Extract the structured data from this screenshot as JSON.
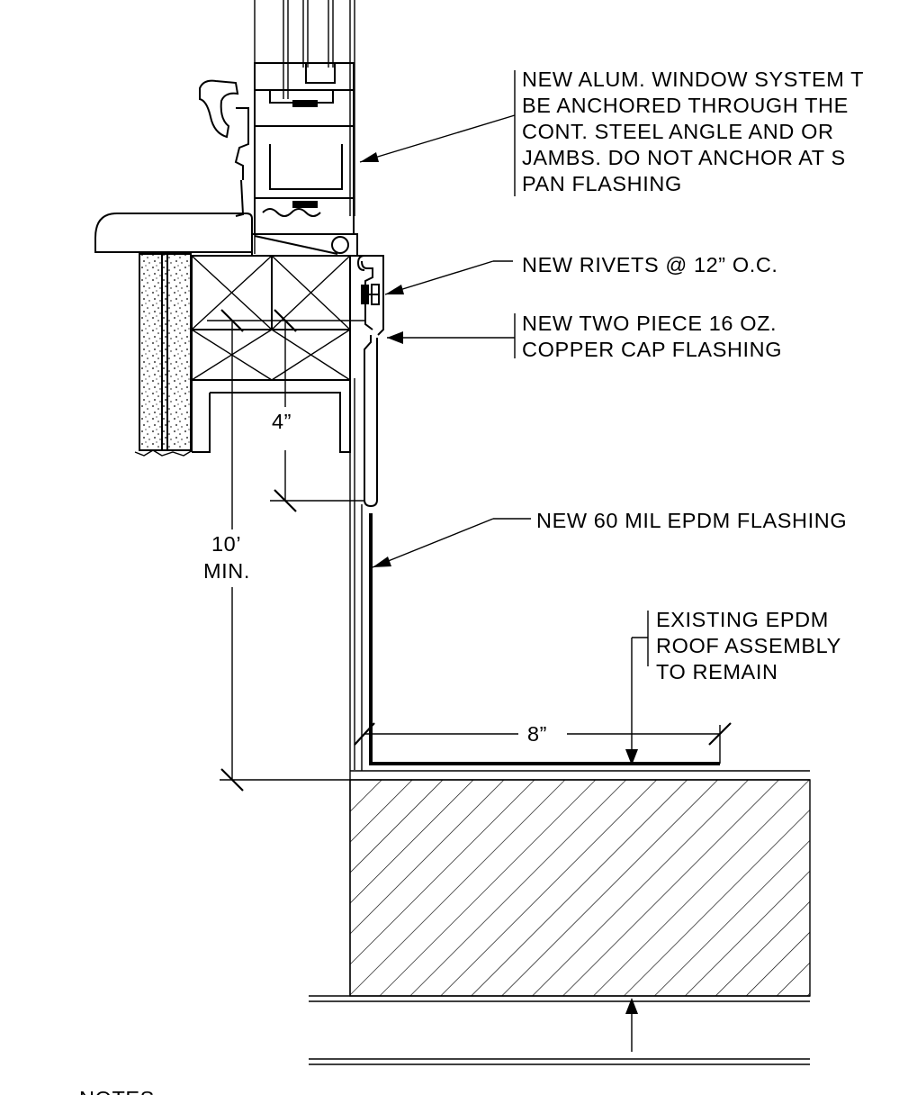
{
  "notes": {
    "window_system": [
      "NEW ALUM. WINDOW SYSTEM T",
      "BE ANCHORED THROUGH THE",
      "CONT. STEEL ANGLE AND OR",
      "JAMBS. DO NOT ANCHOR AT S",
      "PAN FLASHING"
    ],
    "rivets": [
      "NEW RIVETS @ 12” O.C."
    ],
    "cap_flashing": [
      "NEW TWO PIECE 16 OZ.",
      "COPPER CAP FLASHING"
    ],
    "epdm_flashing": [
      "NEW 60 MIL EPDM FLASHING"
    ],
    "existing_roof": [
      "EXISTING EPDM",
      "ROOF ASSEMBLY",
      "TO REMAIN"
    ]
  },
  "dimensions": {
    "lap": "4”",
    "height": [
      "10’",
      "MIN."
    ],
    "horizontal": "8”"
  },
  "footer": {
    "heading": "NOTES"
  }
}
